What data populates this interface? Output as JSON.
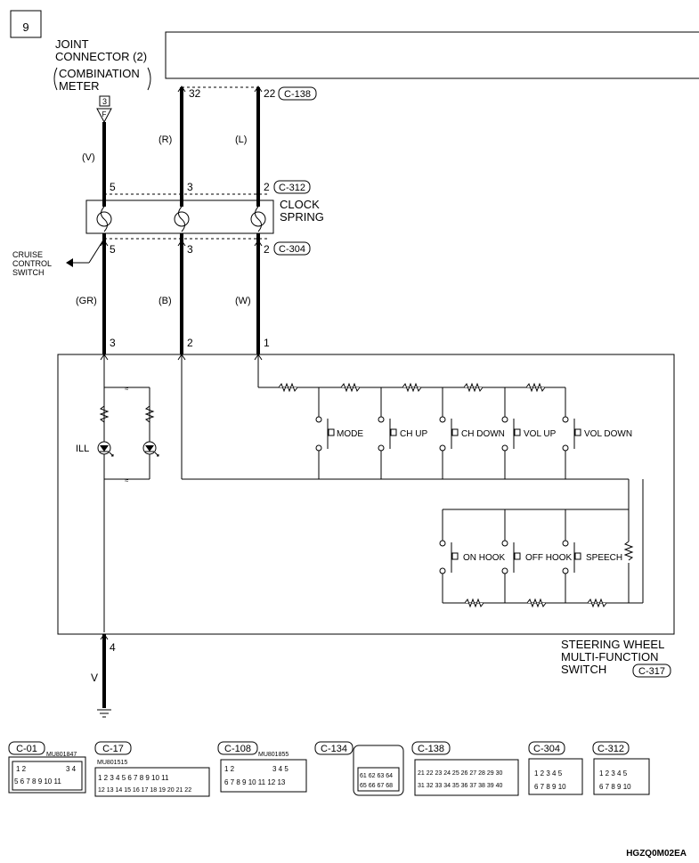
{
  "page": {
    "number": "9",
    "code": "HGZQ0M02EA"
  },
  "labels": {
    "joint_connector_1": "JOINT",
    "joint_connector_2": "CONNECTOR (2)",
    "combination_meter_1": "COMBINATION",
    "combination_meter_2": "METER",
    "clock_spring_1": "CLOCK",
    "clock_spring_2": "SPRING",
    "cruise_1": "CRUISE",
    "cruise_2": "CONTROL",
    "cruise_3": "SWITCH",
    "swms_1": "STEERING WHEEL",
    "swms_2": "MULTI-FUNCTION",
    "swms_3": "SWITCH",
    "ill": "ILL"
  },
  "connectors": {
    "c138": "C-138",
    "c312": "C-312",
    "c304": "C-304",
    "c317": "C-317"
  },
  "pins": {
    "top_32": "32",
    "top_22": "22",
    "box_3": "3",
    "box_f": "F",
    "cs_top_5": "5",
    "cs_top_3": "3",
    "cs_top_2": "2",
    "cs_bot_5": "5",
    "cs_bot_3": "3",
    "cs_bot_2": "2",
    "sw_3": "3",
    "sw_2": "2",
    "sw_1": "1",
    "sw_4": "4"
  },
  "wire_colors": {
    "v_top": "(V)",
    "r": "(R)",
    "l": "(L)",
    "gr": "(GR)",
    "b": "(B)",
    "w": "(W)",
    "v_bottom": "V"
  },
  "switches": {
    "mode": "MODE",
    "ch_up": "CH UP",
    "ch_down": "CH DOWN",
    "vol_up": "VOL UP",
    "vol_down": "VOL DOWN",
    "on_hook": "ON HOOK",
    "off_hook": "OFF HOOK",
    "speech": "SPEECH"
  },
  "legend": {
    "c01": {
      "name": "C-01",
      "part": "MU801847",
      "row1": [
        "1",
        "2",
        "3",
        "4"
      ],
      "row2": [
        "5",
        "6",
        "7",
        "8",
        "9",
        "10",
        "11"
      ]
    },
    "c17": {
      "name": "C-17",
      "part": "MU801515",
      "row1": [
        "1",
        "2",
        "3",
        "4",
        "5",
        "6",
        "7",
        "8",
        "9",
        "10",
        "11"
      ],
      "row2": [
        "12",
        "13",
        "14",
        "15",
        "16",
        "17",
        "18",
        "19",
        "20",
        "21",
        "22"
      ]
    },
    "c108": {
      "name": "C-108",
      "part": "MU801855",
      "row1": [
        "1",
        "2",
        "3",
        "4",
        "5"
      ],
      "row2": [
        "6",
        "7",
        "8",
        "9",
        "10",
        "11",
        "12",
        "13"
      ]
    },
    "c134": {
      "name": "C-134",
      "row1": [
        "61",
        "62",
        "63",
        "64"
      ],
      "row2": [
        "65",
        "66",
        "67",
        "68"
      ]
    },
    "c138": {
      "name": "C-138",
      "row1": [
        "21",
        "22",
        "23",
        "24",
        "25",
        "26",
        "27",
        "28",
        "29",
        "30"
      ],
      "row2": [
        "31",
        "32",
        "33",
        "34",
        "35",
        "36",
        "37",
        "38",
        "39",
        "40"
      ]
    },
    "c304": {
      "name": "C-304",
      "row1": [
        "1",
        "2",
        "3",
        "4",
        "5"
      ],
      "row2": [
        "6",
        "7",
        "8",
        "9",
        "10"
      ]
    },
    "c312": {
      "name": "C-312",
      "row1": [
        "1",
        "2",
        "3",
        "4",
        "5"
      ],
      "row2": [
        "6",
        "7",
        "8",
        "9",
        "10"
      ]
    }
  }
}
